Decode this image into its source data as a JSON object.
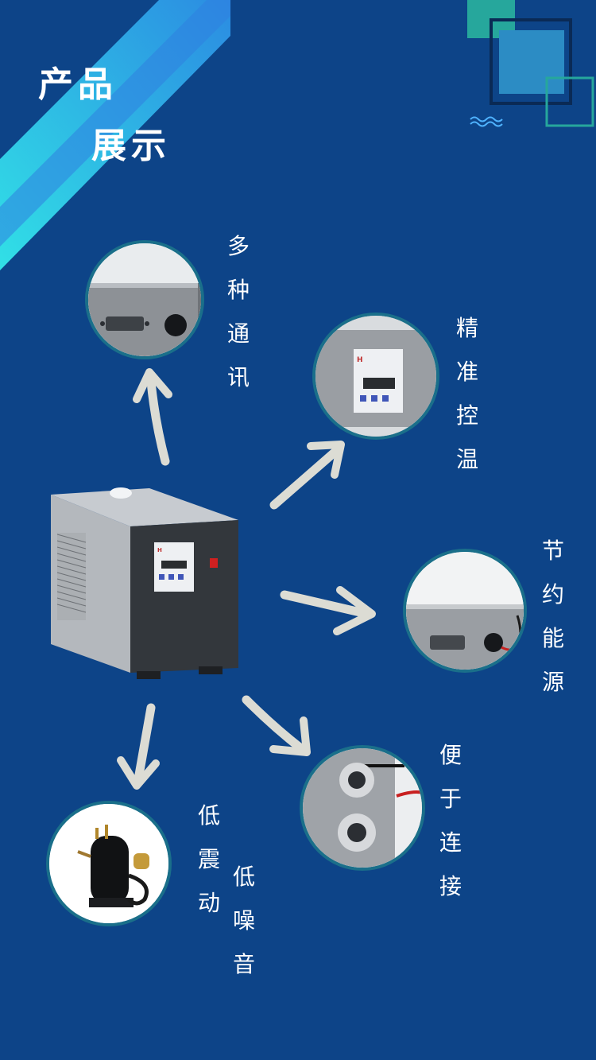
{
  "header": {
    "title_line1": "产品",
    "title_line2": "展示"
  },
  "features": [
    {
      "id": "communication",
      "text": "多种通讯"
    },
    {
      "id": "temperature",
      "text": "精准控温"
    },
    {
      "id": "energy",
      "text": "节约能源"
    },
    {
      "id": "connection",
      "text": "便于连接"
    },
    {
      "id": "vibration",
      "text": "低震动"
    },
    {
      "id": "noise",
      "text": "低噪音"
    }
  ],
  "colors": {
    "background": "#0d4488",
    "stripe_cyan": "#2ad0d8",
    "stripe_blue": "#2a7ed8",
    "accent_teal": "#26a79c",
    "circle_border": "#1a6f8a",
    "arrow": "#dcdcd4"
  }
}
